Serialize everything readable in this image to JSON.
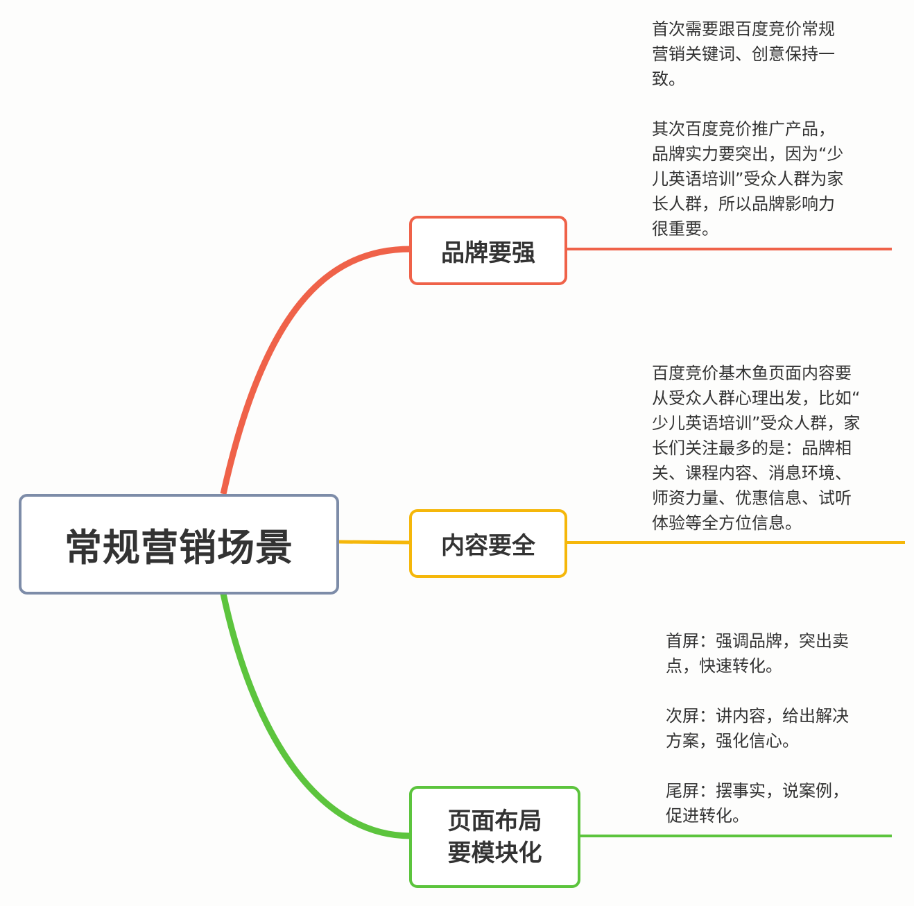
{
  "root": {
    "label": "常规营销场景",
    "color": "#7d8ca8"
  },
  "branches": [
    {
      "label_lines": [
        "品牌要强"
      ],
      "color": "#ef6249",
      "note_paragraphs": [
        [
          "首次需要跟百度竞价常规",
          "营销关键词、创意保持一",
          "致。"
        ],
        [
          "其次百度竞价推广产品，",
          "品牌实力要突出，因为“少",
          "儿英语培训”受众人群为家",
          "长人群，所以品牌影响力",
          "很重要。"
        ]
      ]
    },
    {
      "label_lines": [
        "内容要全"
      ],
      "color": "#f5b70a",
      "note_paragraphs": [
        [
          "百度竞价基木鱼页面内容要",
          "从受众人群心理出发，比如“",
          "少儿英语培训”受众人群，家",
          "长们关注最多的是：品牌相",
          "关、课程内容、消息环境、",
          "师资力量、优惠信息、试听",
          "体验等全方位信息。"
        ]
      ]
    },
    {
      "label_lines": [
        "页面布局",
        "要模块化"
      ],
      "color": "#5cc43d",
      "note_paragraphs": [
        [
          "首屏：强调品牌，突出卖",
          "点，快速转化。"
        ],
        [
          "次屏：讲内容，给出解决",
          "方案，强化信心。"
        ],
        [
          "尾屏：摆事实，说案例，",
          "促进转化。"
        ]
      ]
    }
  ]
}
